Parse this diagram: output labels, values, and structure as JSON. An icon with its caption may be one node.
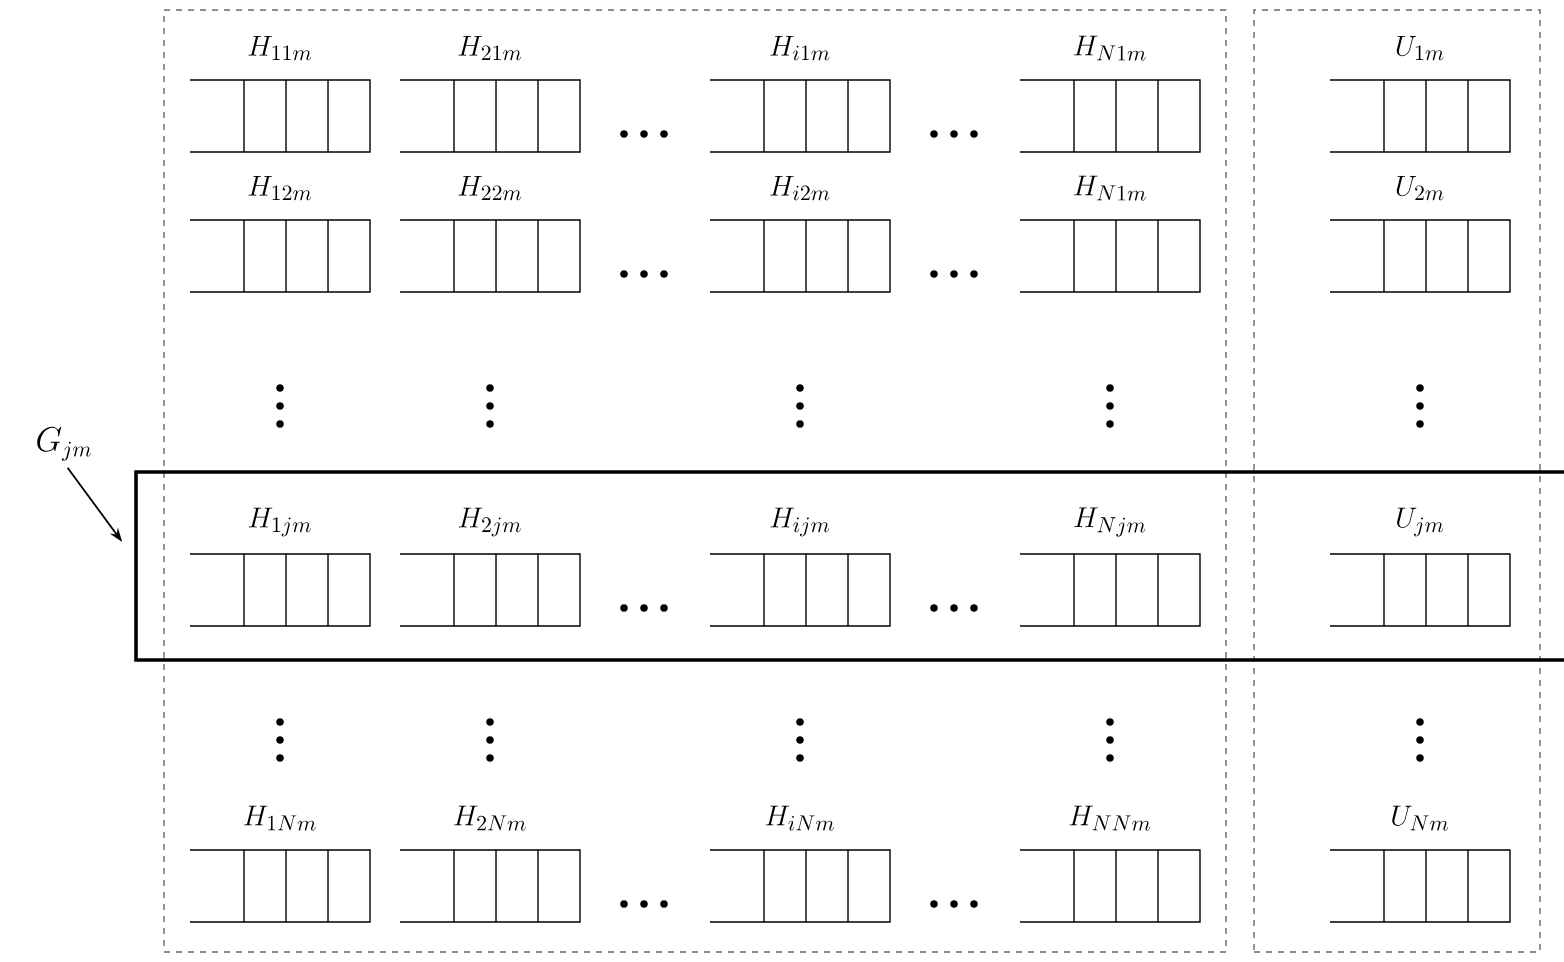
{
  "diagram": {
    "nodes": [
      {
        "text": [],
        "shape": "box"
      },
      {
        "text": [
          "H_{11m}"
        ],
        "in": 0
      },
      {
        "text": [
          "H_{21m}"
        ],
        "in": 0
      },
      {
        "text": [
          "H_{i1m}"
        ],
        "in": 0
      },
      {
        "text": [
          "H_{N1m}"
        ],
        "in": 0
      },
      {
        "text": [
          "H_{12m}"
        ],
        "in": 0
      },
      {
        "text": [
          "H_{22m}"
        ],
        "in": 0
      },
      {
        "text": [
          "H_{i2m}"
        ],
        "in": 0
      },
      {
        "text": [
          "H_{N1m}"
        ],
        "in": 0
      },
      {
        "text": [
          "H_{1jm}"
        ]
      },
      {
        "text": [
          "H_{2jm}"
        ]
      },
      {
        "text": [
          "H_{ijm}"
        ]
      },
      {
        "text": [
          "H_{Njm}"
        ]
      },
      {
        "text": [
          "H_{1Nm}"
        ],
        "in": 0
      },
      {
        "text": [
          "H_{2Nm}"
        ],
        "in": 0
      },
      {
        "text": [
          "H_{iNm}"
        ],
        "in": 0
      },
      {
        "text": [
          "H_{NNm}"
        ],
        "in": 0
      },
      {
        "text": [],
        "shape": "box"
      },
      {
        "text": [
          "U_{1m}"
        ],
        "in": 17
      },
      {
        "text": [
          "U_{2m}"
        ],
        "in": 17
      },
      {
        "text": [
          "U_{jm}"
        ]
      },
      {
        "text": [
          "U_{Nm}"
        ],
        "in": 17
      },
      {
        "text": [
          "G_{jm}"
        ]
      },
      {
        "text": [],
        "shape": "box"
      }
    ],
    "edges": [
      {
        "from": 22,
        "to": 23,
        "arrow": "to"
      }
    ]
  }
}
